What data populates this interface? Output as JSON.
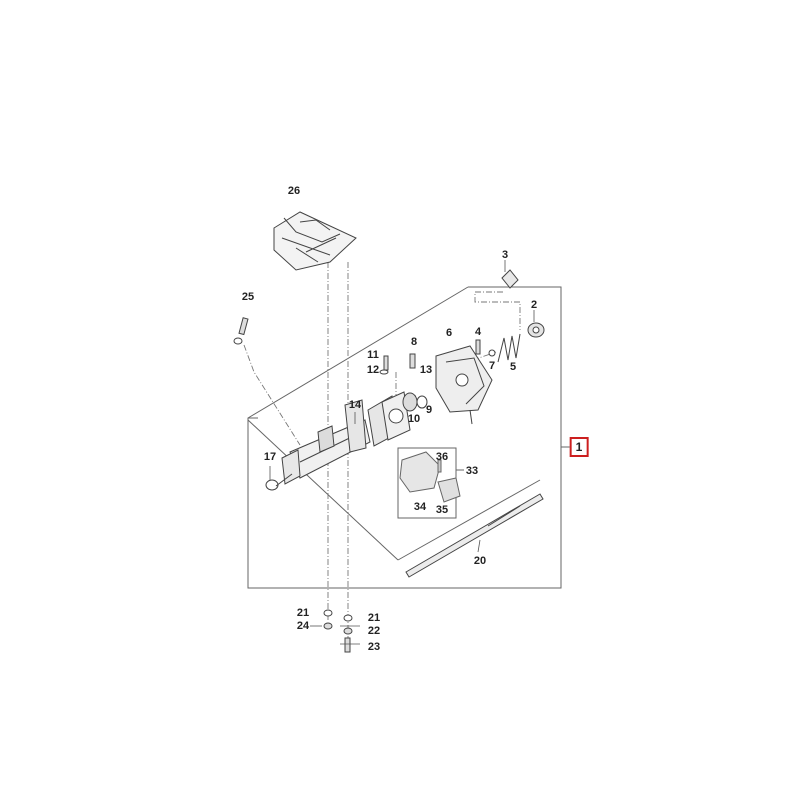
{
  "diagram": {
    "assembly_label": "1",
    "highlight_color": "#cc1f1f",
    "line_color": "#555555",
    "parts": [
      {
        "id": "p26",
        "label": "26"
      },
      {
        "id": "p3",
        "label": "3"
      },
      {
        "id": "p25",
        "label": "25"
      },
      {
        "id": "p2",
        "label": "2"
      },
      {
        "id": "p6",
        "label": "6"
      },
      {
        "id": "p4",
        "label": "4"
      },
      {
        "id": "p8",
        "label": "8"
      },
      {
        "id": "p11",
        "label": "11"
      },
      {
        "id": "p12",
        "label": "12"
      },
      {
        "id": "p13",
        "label": "13"
      },
      {
        "id": "p7",
        "label": "7"
      },
      {
        "id": "p5",
        "label": "5"
      },
      {
        "id": "p14",
        "label": "14"
      },
      {
        "id": "p9",
        "label": "9"
      },
      {
        "id": "p10",
        "label": "10"
      },
      {
        "id": "p17",
        "label": "17"
      },
      {
        "id": "p36",
        "label": "36"
      },
      {
        "id": "p33",
        "label": "33"
      },
      {
        "id": "p34",
        "label": "34"
      },
      {
        "id": "p35",
        "label": "35"
      },
      {
        "id": "p20",
        "label": "20"
      },
      {
        "id": "p21a",
        "label": "21"
      },
      {
        "id": "p24",
        "label": "24"
      },
      {
        "id": "p21b",
        "label": "21"
      },
      {
        "id": "p22",
        "label": "22"
      },
      {
        "id": "p23",
        "label": "23"
      }
    ]
  }
}
